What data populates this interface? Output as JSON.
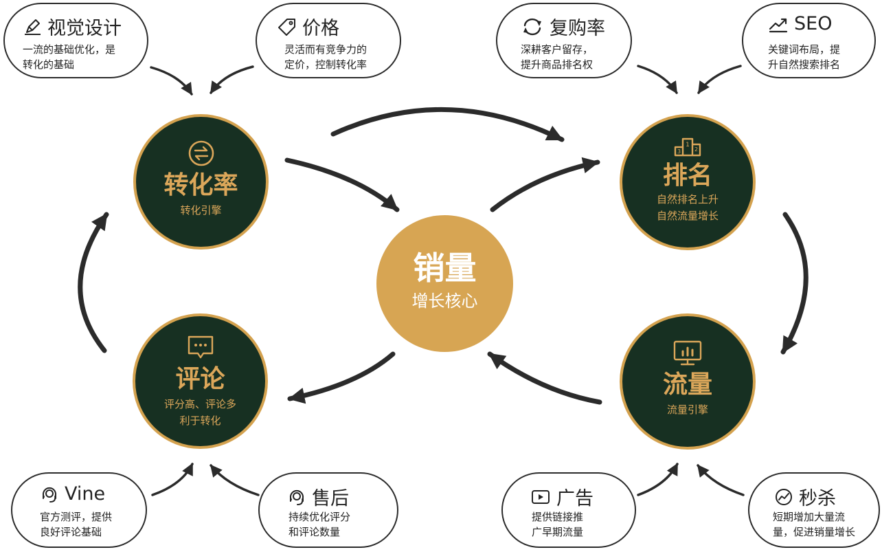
{
  "center": {
    "title": "销量",
    "subtitle": "增长核心"
  },
  "nodes": {
    "conversion": {
      "title": "转化率",
      "lines": [
        "转化引擎"
      ]
    },
    "ranking": {
      "title": "排名",
      "lines": [
        "自然排名上升",
        "自然流量增长"
      ]
    },
    "reviews": {
      "title": "评论",
      "lines": [
        "评分高、评论多",
        "利于转化"
      ]
    },
    "traffic": {
      "title": "流量",
      "lines": [
        "流量引擎"
      ]
    }
  },
  "factors": {
    "visual_design": {
      "title": "视觉设计",
      "icon": "pen-icon",
      "lines": [
        "一流的基础优化，是",
        "转化的基础"
      ]
    },
    "price": {
      "title": "价格",
      "icon": "price-tag-icon",
      "lines": [
        "灵活而有竞争力的",
        "定价，控制转化率"
      ]
    },
    "repurchase": {
      "title": "复购率",
      "icon": "refresh-icon",
      "lines": [
        "深耕客户留存，",
        "提升商品排名权"
      ]
    },
    "seo": {
      "title": "SEO",
      "icon": "trend-up-icon",
      "lines": [
        "关键词布局，提",
        "升自然搜索排名"
      ]
    },
    "vine": {
      "title": "Vine",
      "icon": "reviewer-headset-icon",
      "lines": [
        "官方测评，提供",
        "良好评论基础"
      ]
    },
    "after_sales": {
      "title": "售后",
      "icon": "support-headset-icon",
      "lines": [
        "持续优化评分",
        "和评论数量"
      ]
    },
    "ads": {
      "title": "广告",
      "icon": "video-play-icon",
      "lines": [
        "提供链接推",
        "广早期流量"
      ]
    },
    "flash_sale": {
      "title": "秒杀",
      "icon": "speed-gauge-icon",
      "lines": [
        "短期增加大量流",
        "量，促进销量增长"
      ]
    }
  },
  "colors": {
    "node_fill": "#173022",
    "gold": "#d4a24f",
    "gold_text": "#dca75a",
    "core_fill": "#d7a553",
    "arrow": "#2b2b2b",
    "bubble_border": "#2b2b2b"
  }
}
